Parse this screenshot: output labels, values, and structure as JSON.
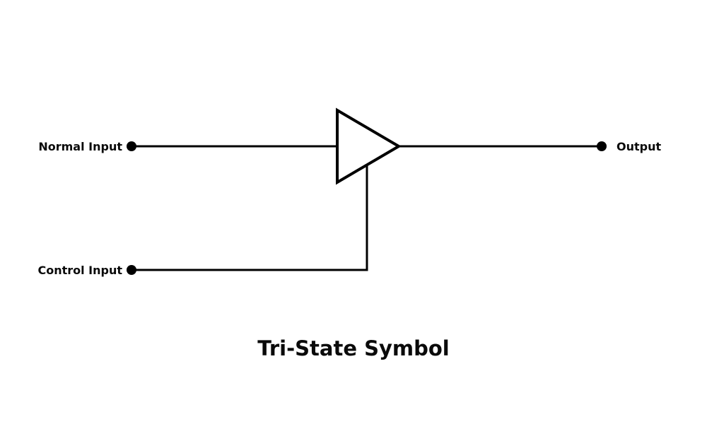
{
  "diagram": {
    "kind": "circuit-symbol",
    "component": "tri-state-buffer",
    "title": "Tri-State Symbol",
    "labels": {
      "normal_input": "Normal Input",
      "control_input": "Control Input",
      "output": "Output"
    },
    "colors": {
      "stroke": "#000000",
      "text": "#0a0a0a",
      "background": "#ffffff"
    }
  }
}
